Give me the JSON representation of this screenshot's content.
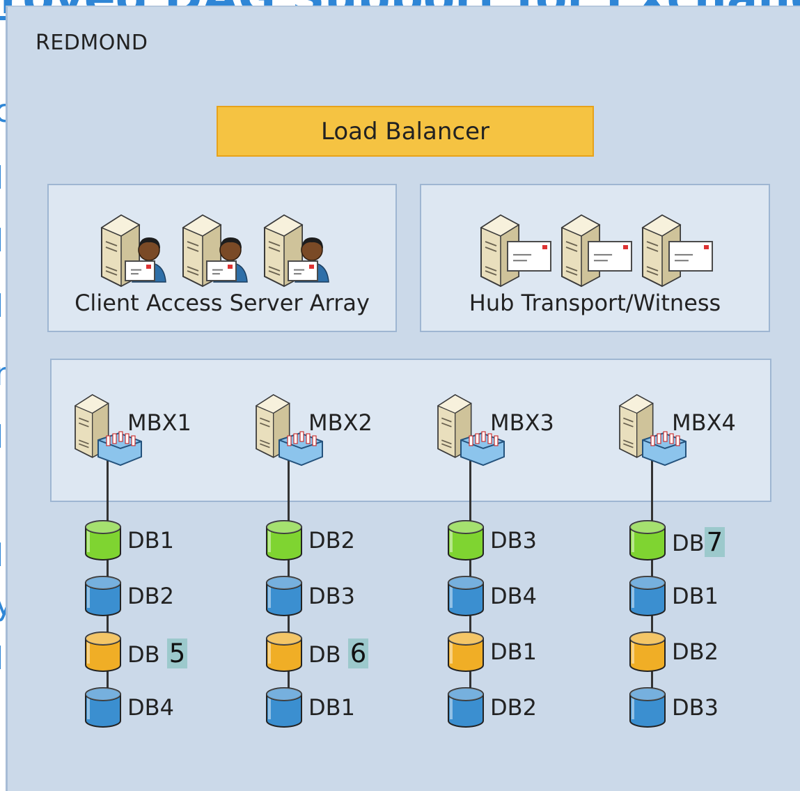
{
  "background": {
    "title_fragment": "roved DAG Support for Exchange",
    "side_fragments": [
      "c",
      "I",
      "I",
      "I",
      "n",
      "I",
      "I",
      "y",
      "I"
    ]
  },
  "region": "REDMOND",
  "load_balancer": "Load Balancer",
  "cas": {
    "label": "Client Access Server Array",
    "icon": "server-user-icon"
  },
  "hub": {
    "label": "Hub Transport/Witness",
    "icon": "server-mail-icon"
  },
  "mailbox_servers": [
    {
      "name": "MBX1",
      "databases": [
        {
          "prefix": "DB",
          "suffix": "1",
          "status": "active",
          "highlight": false
        },
        {
          "prefix": "DB",
          "suffix": "2",
          "status": "passive",
          "highlight": false
        },
        {
          "prefix": "DB ",
          "suffix": "5",
          "status": "lagged",
          "highlight": true
        },
        {
          "prefix": "DB",
          "suffix": "4",
          "status": "passive",
          "highlight": false
        }
      ]
    },
    {
      "name": "MBX2",
      "databases": [
        {
          "prefix": "DB",
          "suffix": "2",
          "status": "active",
          "highlight": false
        },
        {
          "prefix": "DB",
          "suffix": "3",
          "status": "passive",
          "highlight": false
        },
        {
          "prefix": "DB ",
          "suffix": "6",
          "status": "lagged",
          "highlight": true
        },
        {
          "prefix": "DB",
          "suffix": "1",
          "status": "passive",
          "highlight": false
        }
      ]
    },
    {
      "name": "MBX3",
      "databases": [
        {
          "prefix": "DB",
          "suffix": "3",
          "status": "active",
          "highlight": false
        },
        {
          "prefix": "DB",
          "suffix": "4",
          "status": "passive",
          "highlight": false
        },
        {
          "prefix": "DB",
          "suffix": "1",
          "status": "lagged",
          "highlight": false
        },
        {
          "prefix": "DB",
          "suffix": "2",
          "status": "passive",
          "highlight": false
        }
      ]
    },
    {
      "name": "MBX4",
      "databases": [
        {
          "prefix": "DB",
          "suffix": "7",
          "status": "active",
          "highlight": true
        },
        {
          "prefix": "DB",
          "suffix": "1",
          "status": "passive",
          "highlight": false
        },
        {
          "prefix": "DB",
          "suffix": "2",
          "status": "lagged",
          "highlight": false
        },
        {
          "prefix": "DB",
          "suffix": "3",
          "status": "passive",
          "highlight": false
        }
      ]
    }
  ],
  "colors": {
    "active": "#7fd431",
    "passive": "#3b8fd0",
    "lagged": "#f0ae26",
    "load_balancer": "#f5c342",
    "frame": "#cbd9e9",
    "highlight": "#9cc9cc"
  }
}
